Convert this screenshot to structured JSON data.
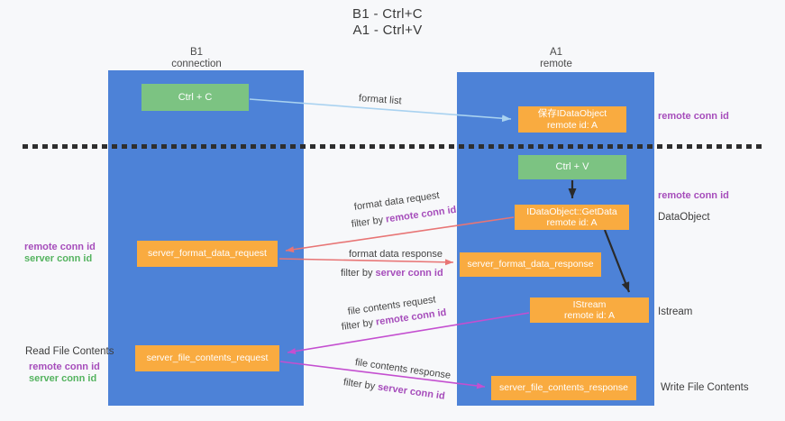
{
  "title": {
    "line1": "B1 - Ctrl+C",
    "line2": "A1 - Ctrl+V"
  },
  "columns": {
    "left": {
      "name": "B1",
      "role": "connection"
    },
    "right": {
      "name": "A1",
      "role": "remote"
    }
  },
  "nodes": {
    "ctrl_c": "Ctrl + C",
    "ctrl_v": "Ctrl + V",
    "save_idataobject": {
      "line1": "保存IDataObject",
      "line2": "remote id: A"
    },
    "idataobject_getdata": {
      "line1": "IDataObject::GetData",
      "line2": "remote id: A"
    },
    "istream": {
      "line1": "IStream",
      "line2": "remote id: A"
    },
    "server_format_data_request": "server_format_data_request",
    "server_format_data_response": "server_format_data_response",
    "server_file_contents_request": "server_file_contents_request",
    "server_file_contents_response": "server_file_contents_response"
  },
  "edge_labels": {
    "format_list": "format list",
    "filter_prefix": "filter by ",
    "format_data_request": "format data request",
    "format_data_request_filter_key": "remote conn id",
    "format_data_response": "format data response",
    "format_data_response_filter_key": "server conn id",
    "file_contents_request": "file contents request",
    "file_contents_request_filter_key": "remote conn id",
    "file_contents_response": "file contents response",
    "file_contents_response_filter_key": "server conn id"
  },
  "side_labels": {
    "right_remote_conn_id_top": "remote conn id",
    "right_remote_conn_id_mid": "remote conn id",
    "dataobject": "DataObject",
    "istream": "Istream",
    "write_file_contents": "Write File Contents",
    "left_remote_conn_id_top": "remote conn id",
    "left_server_conn_id_top": "server conn id",
    "read_file_contents": "Read File Contents",
    "left_remote_conn_id_bottom": "remote conn id",
    "left_server_conn_id_bottom": "server conn id"
  },
  "colors": {
    "panel_blue": "#4d82d7",
    "node_green": "#7cc382",
    "node_orange": "#f9ab40",
    "accent_purple": "#a64dbb",
    "accent_green": "#54b35f",
    "arrow_lightblue": "#a9d2f0",
    "arrow_salmon": "#e87575",
    "arrow_magenta": "#c44fd0",
    "arrow_black": "#2a2a2a"
  }
}
